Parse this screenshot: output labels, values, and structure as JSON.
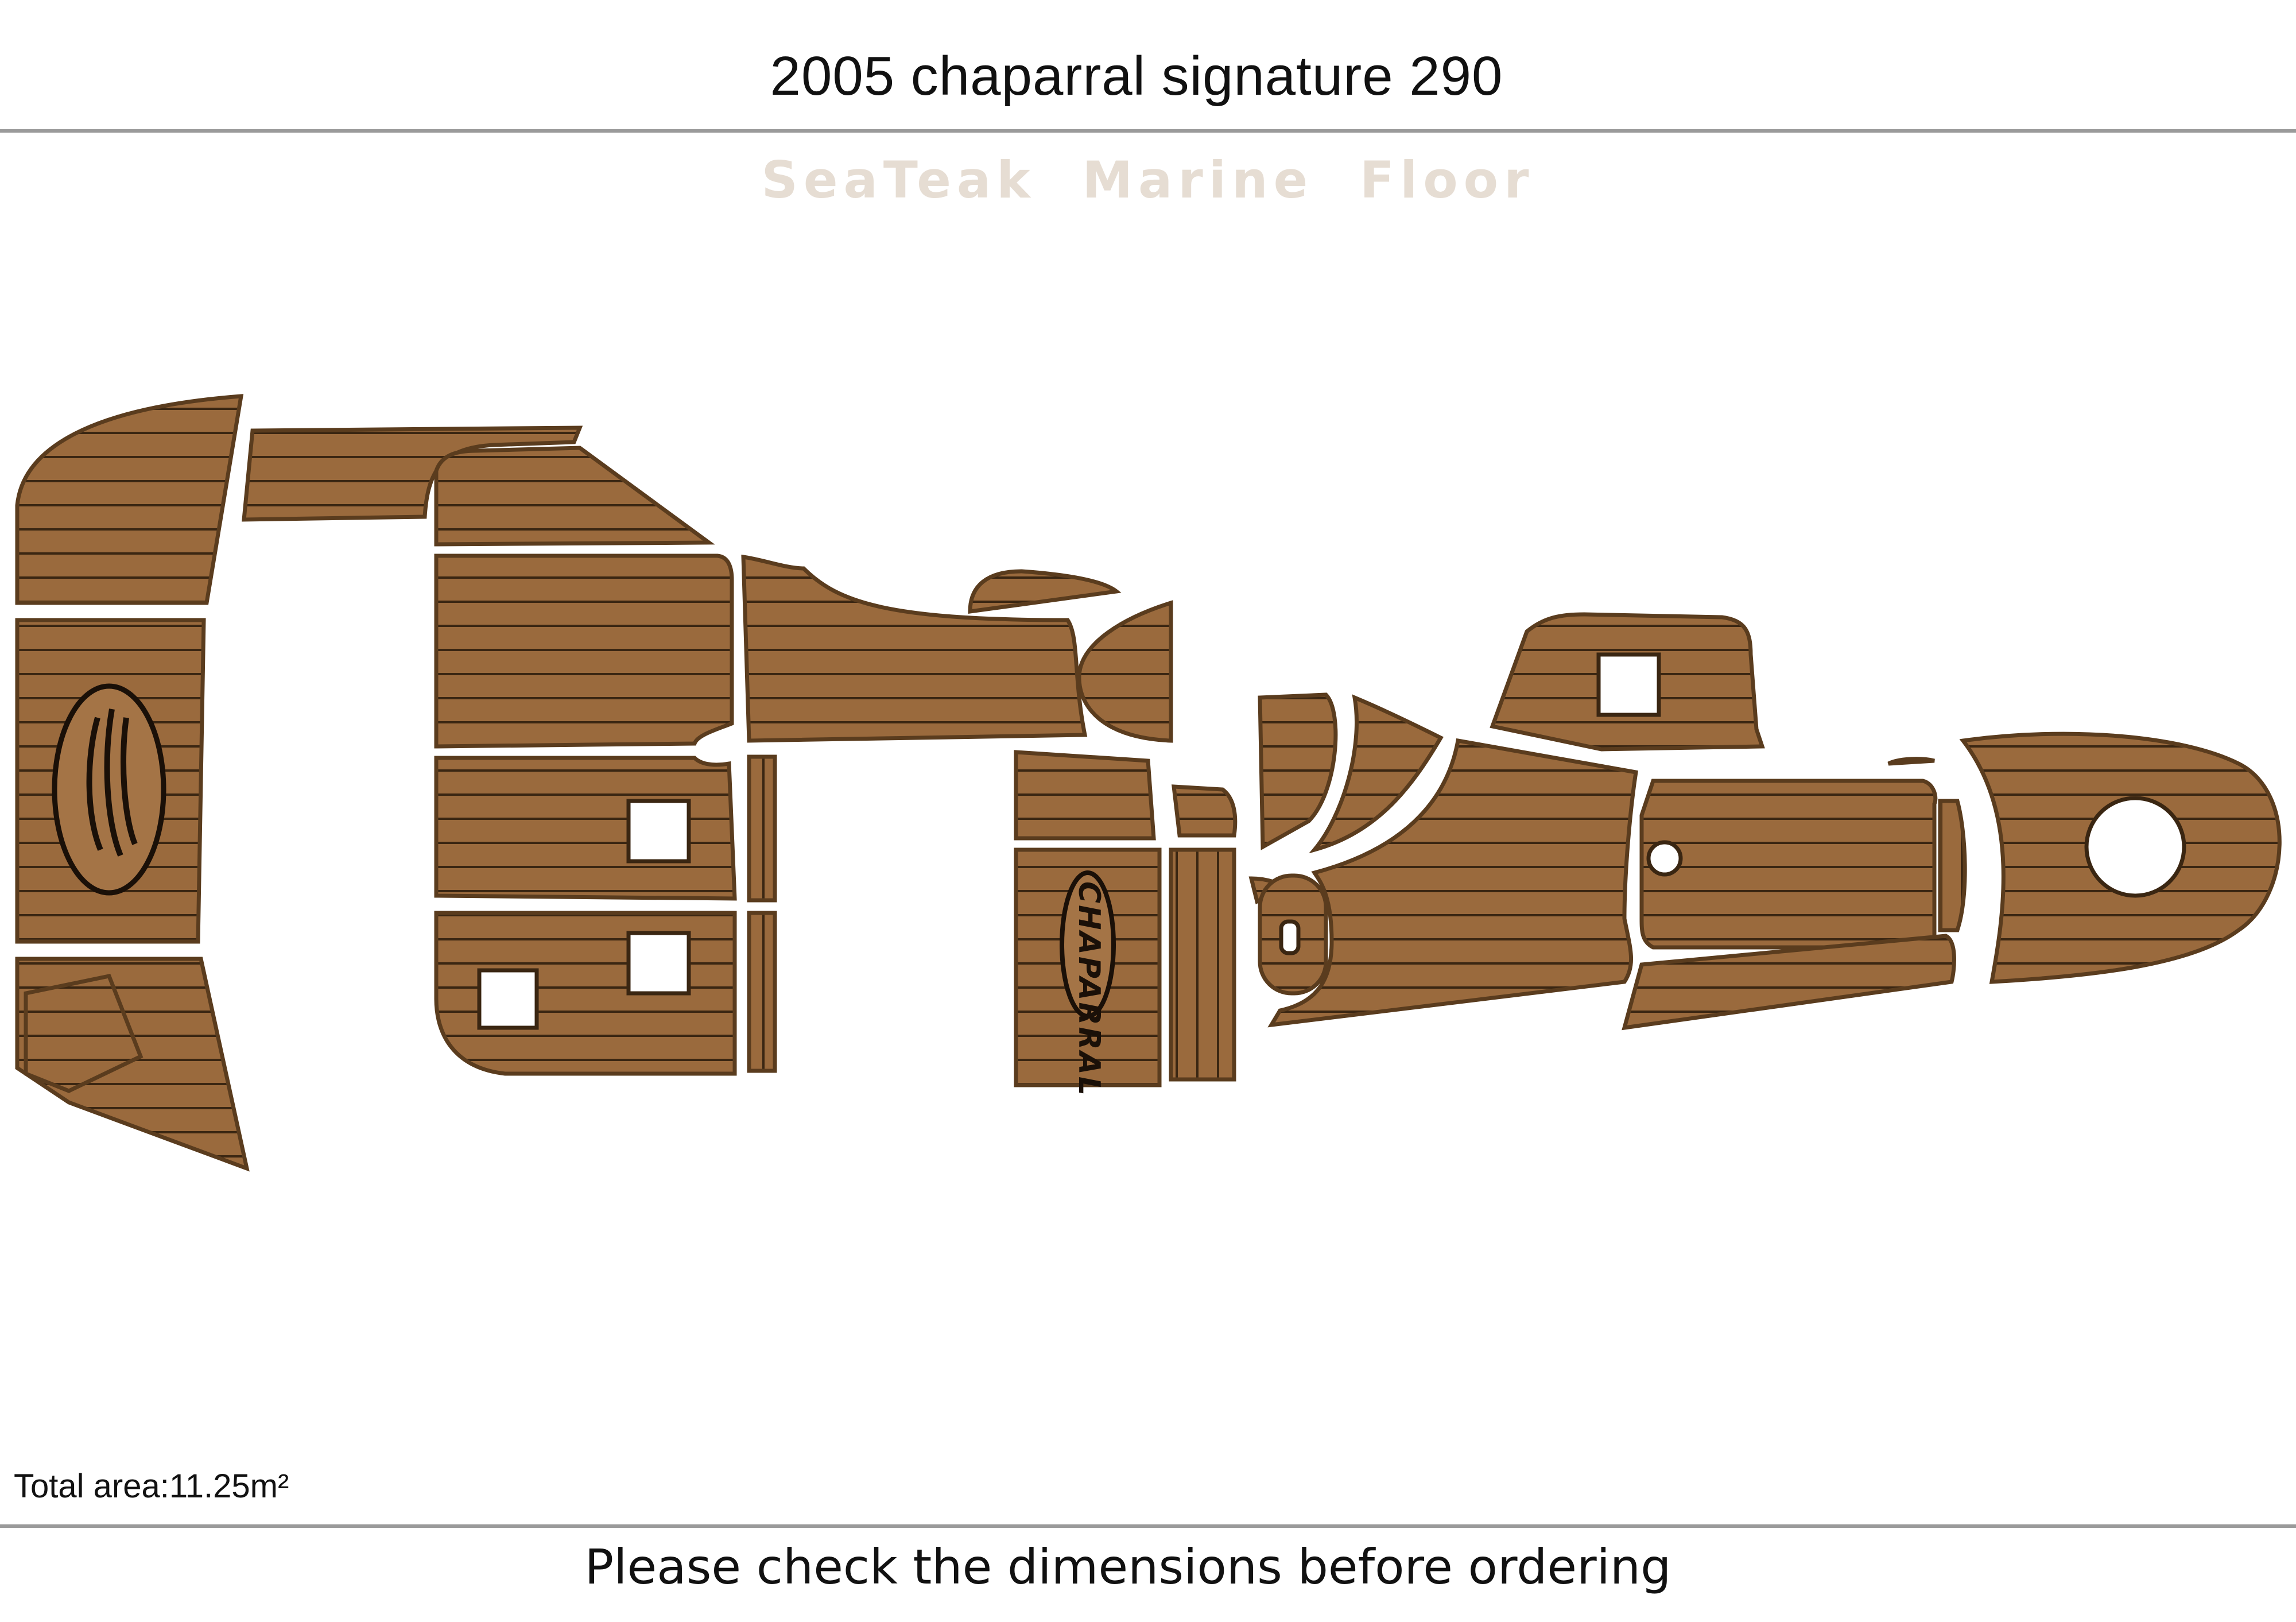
{
  "header": {
    "title": "2005 chaparral signature 290"
  },
  "watermark": {
    "text": "SeaTeak  Marine Floor"
  },
  "footer": {
    "total_area": "Total area:11.25m²",
    "notice": "Please check the dimensions before ordering"
  },
  "diagram": {
    "material_color": "#9a6a3d",
    "outline_color": "#5a3c1e",
    "groove_color": "#3a2612",
    "brand_text": "CHAPARRAL",
    "logo": "chaparral-emblem-icon"
  }
}
